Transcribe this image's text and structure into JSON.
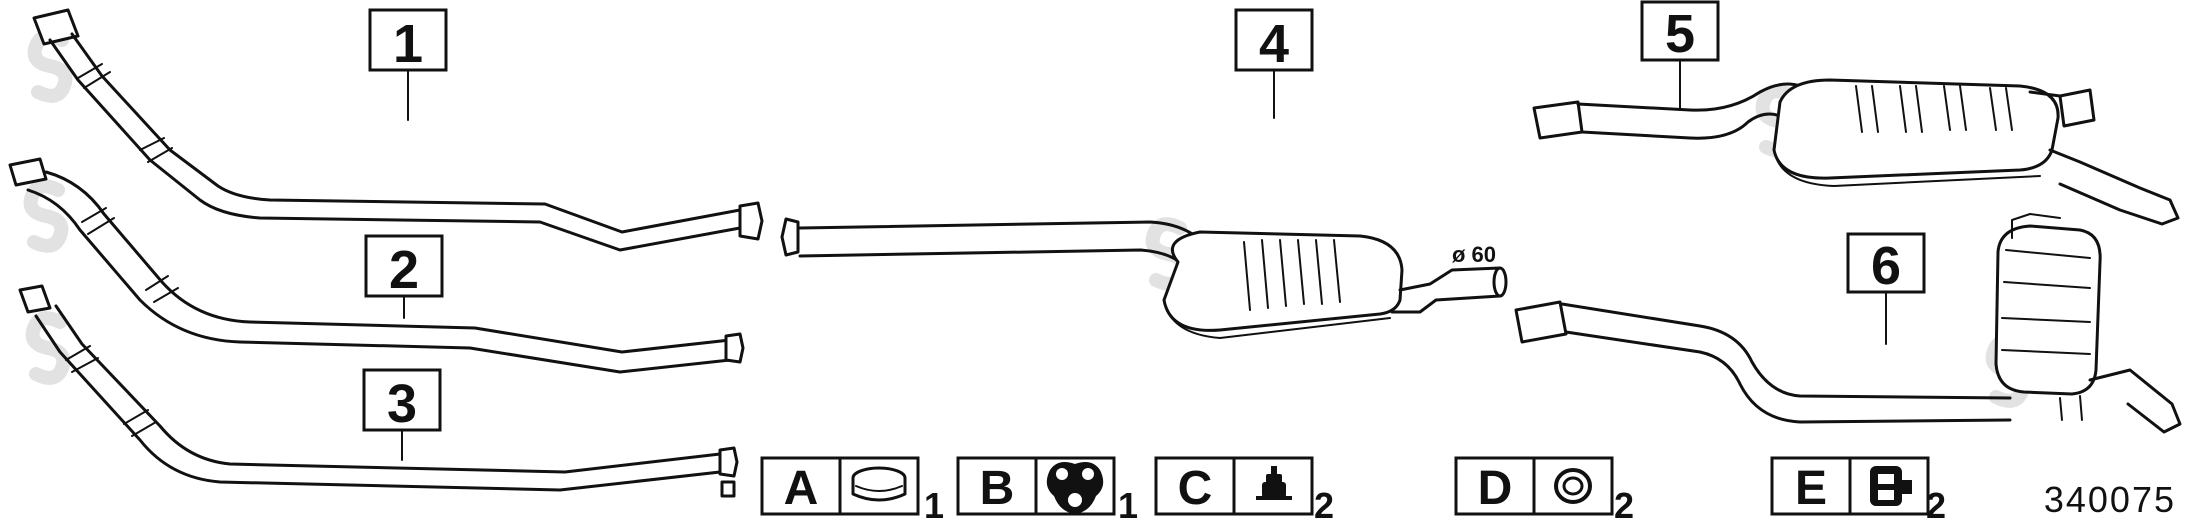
{
  "parts": [
    {
      "number": "1"
    },
    {
      "number": "2"
    },
    {
      "number": "3"
    },
    {
      "number": "4"
    },
    {
      "number": "5"
    },
    {
      "number": "6"
    }
  ],
  "diameter_label": "ø 60",
  "hardware": [
    {
      "letter": "A",
      "quantity": "1",
      "icon": "clamp-ring-icon"
    },
    {
      "letter": "B",
      "quantity": "1",
      "icon": "rubber-hanger-icon"
    },
    {
      "letter": "C",
      "quantity": "2",
      "icon": "rubber-mount-icon"
    },
    {
      "letter": "D",
      "quantity": "2",
      "icon": "gasket-ring-icon"
    },
    {
      "letter": "E",
      "quantity": "2",
      "icon": "bracket-icon"
    }
  ],
  "reference_number": "340075"
}
